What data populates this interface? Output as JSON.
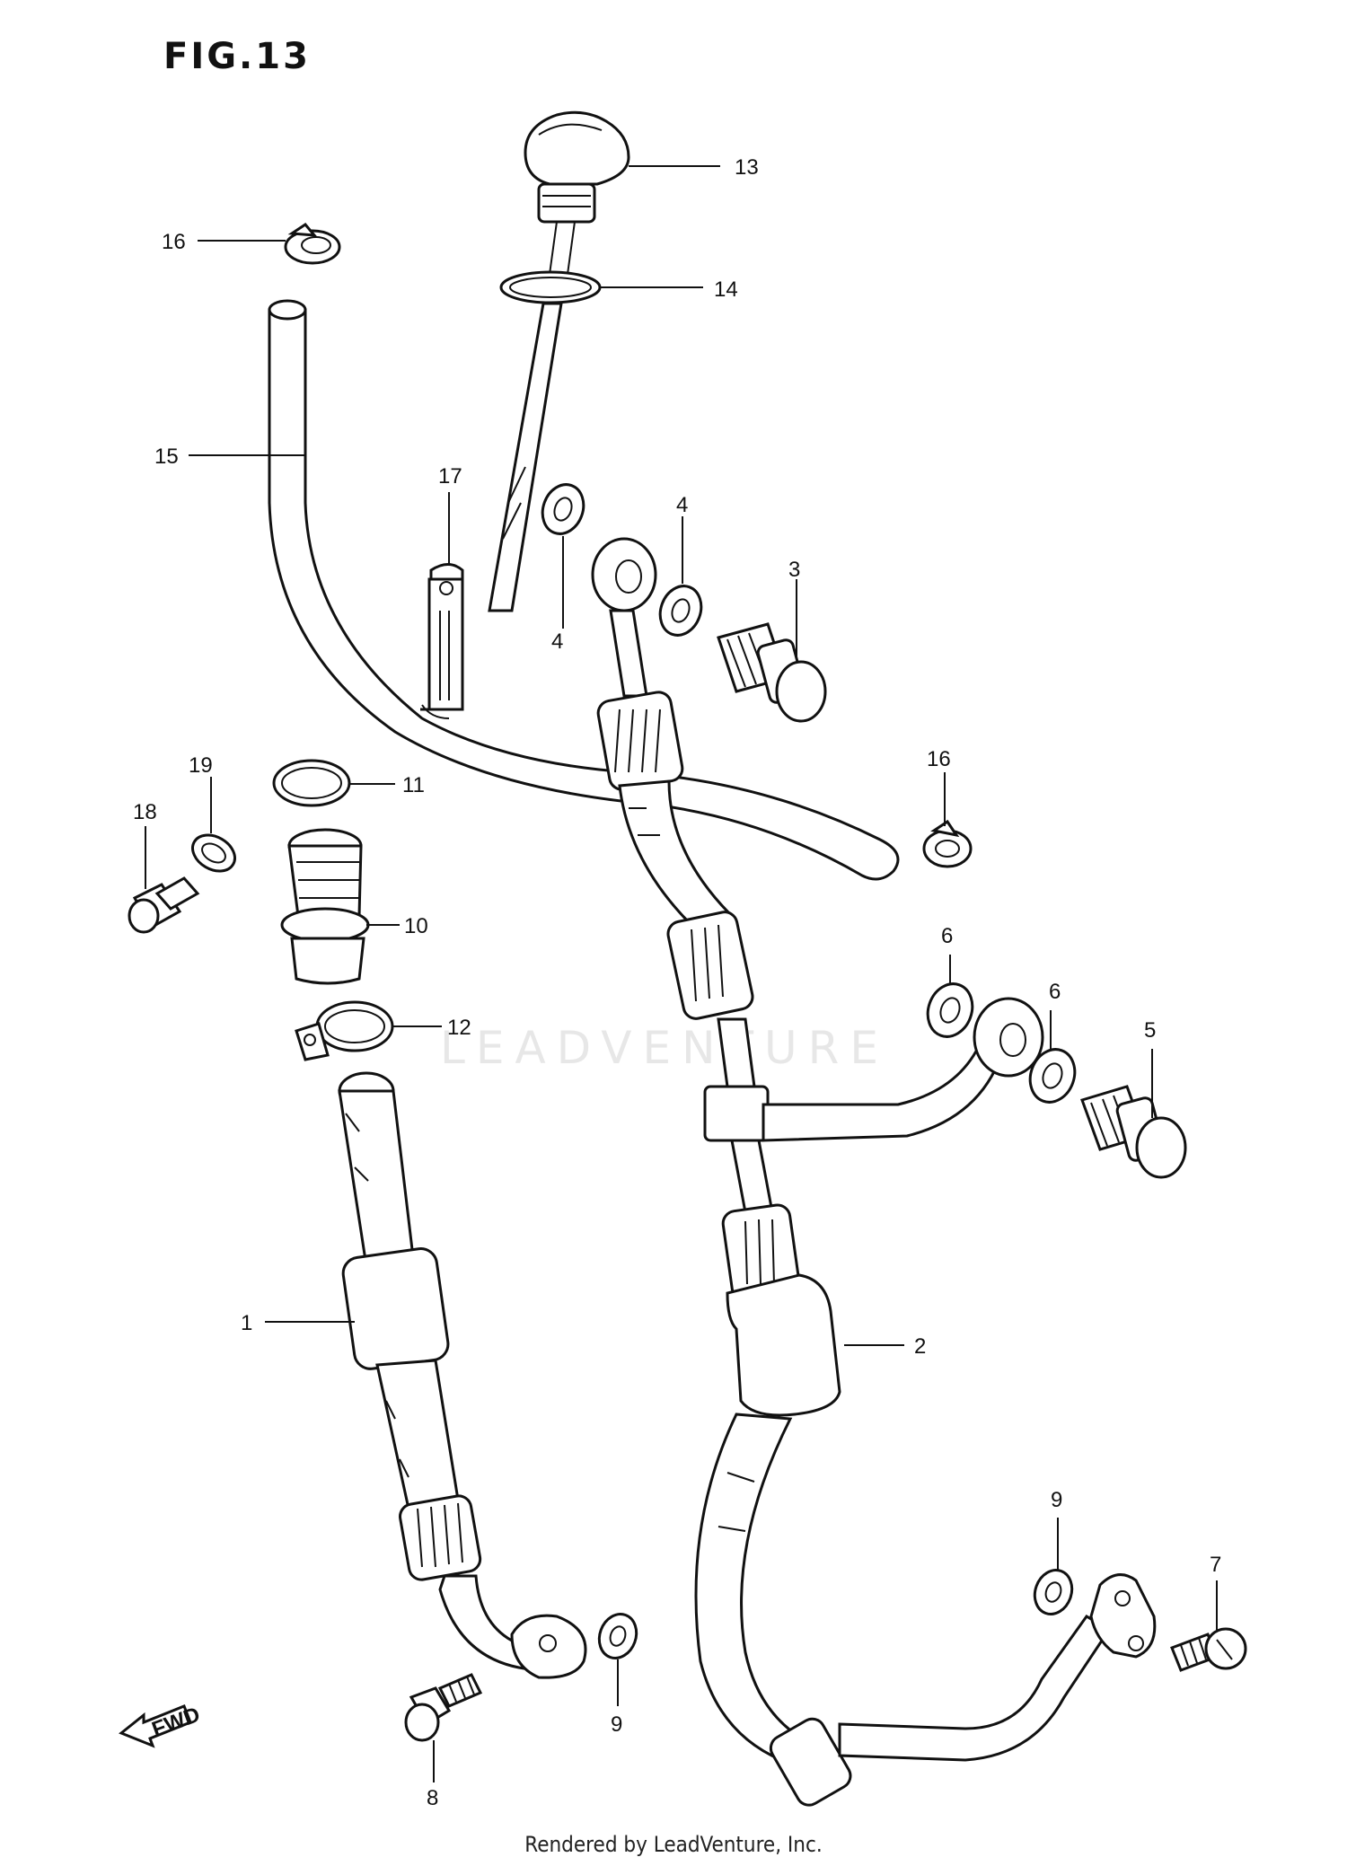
{
  "figure": {
    "title": "FIG.13"
  },
  "watermark": "LEADVENTURE",
  "footer": "Rendered by LeadVenture, Inc.",
  "callouts": {
    "c1": "1",
    "c2": "2",
    "c3": "3",
    "c4a": "4",
    "c4b": "4",
    "c5": "5",
    "c6a": "6",
    "c6b": "6",
    "c7": "7",
    "c8": "8",
    "c9a": "9",
    "c9b": "9",
    "c10": "10",
    "c11": "11",
    "c12": "12",
    "c13": "13",
    "c14": "14",
    "c15": "15",
    "c16a": "16",
    "c16b": "16",
    "c17": "17",
    "c18": "18",
    "c19": "19"
  },
  "fwd_label": "FWD"
}
